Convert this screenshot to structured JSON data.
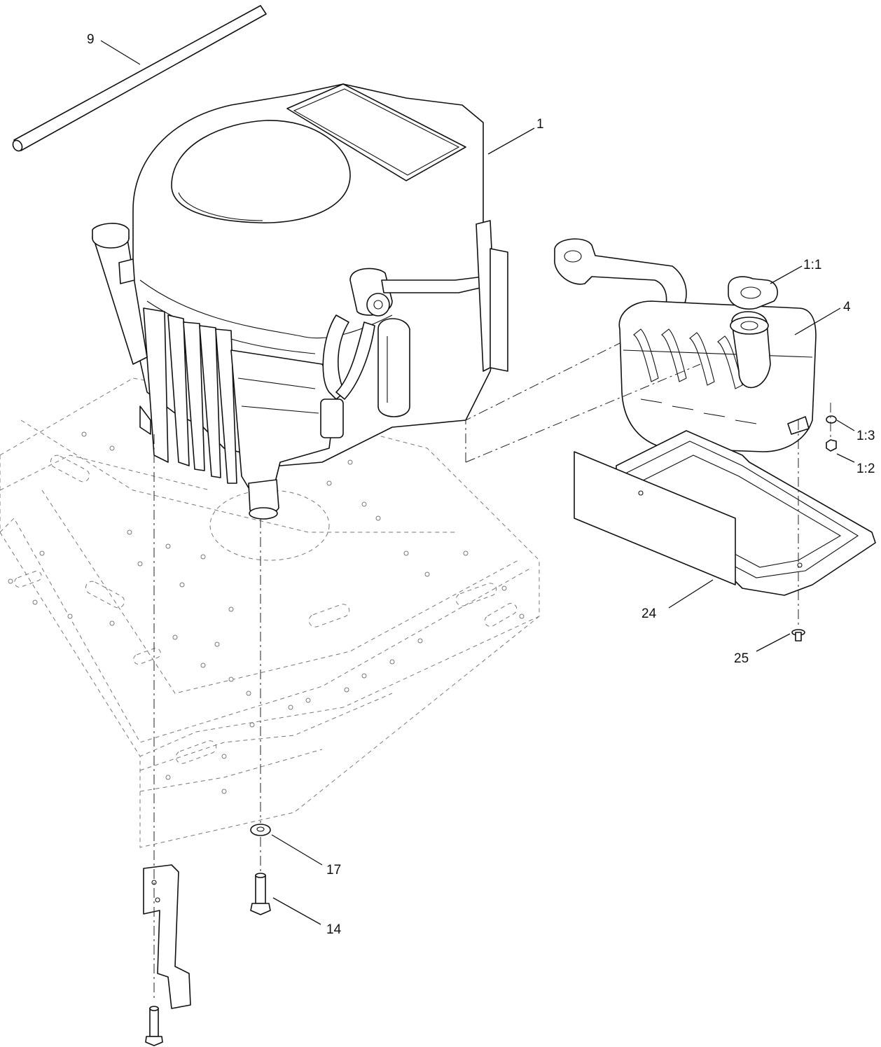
{
  "callouts": [
    {
      "id": "c9",
      "text": "9"
    },
    {
      "id": "c1",
      "text": "1"
    },
    {
      "id": "c1_1",
      "text": "1:1"
    },
    {
      "id": "c4",
      "text": "4"
    },
    {
      "id": "c1_3",
      "text": "1:3"
    },
    {
      "id": "c1_2",
      "text": "1:2"
    },
    {
      "id": "c24",
      "text": "24"
    },
    {
      "id": "c25",
      "text": "25"
    },
    {
      "id": "c17",
      "text": "17"
    },
    {
      "id": "c14",
      "text": "14"
    }
  ]
}
